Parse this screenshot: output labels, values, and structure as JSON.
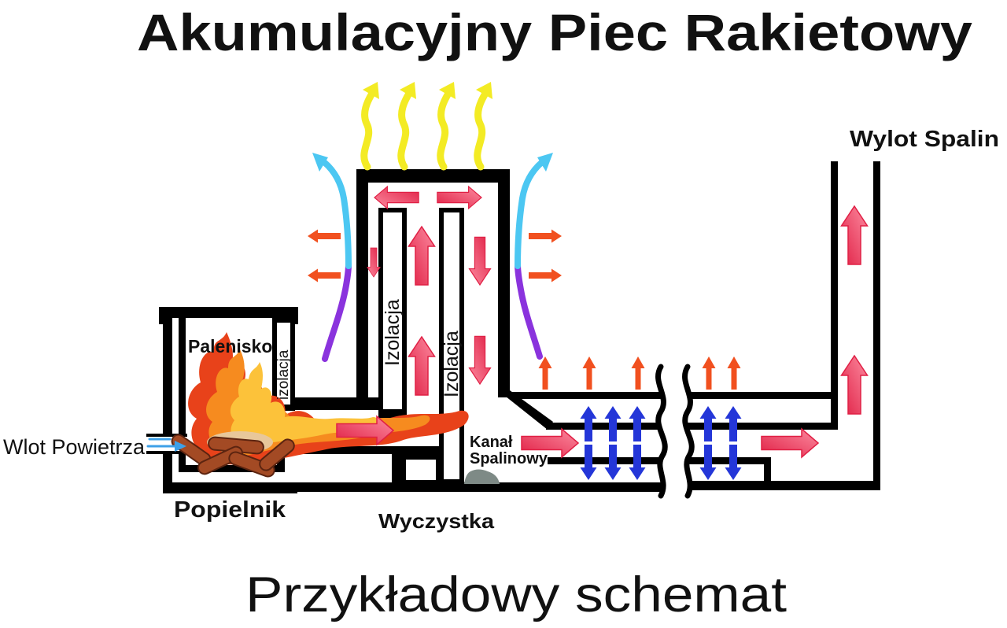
{
  "title": "Akumulacyjny Piec Rakietowy",
  "caption": "Przykładowy schemat",
  "labels": {
    "exhaust_outlet": "Wylot Spalin",
    "air_inlet": "Wlot Powietrza",
    "firebox": "Palenisko",
    "ash_pit": "Popielnik",
    "cleanout": "Wyczystka",
    "flue_channel_1": "Kanał",
    "flue_channel_2": "Spalinowy",
    "firebox_insulation": "izolacja",
    "riser_insulation_left": "Izolacja",
    "riser_insulation_right": "Izolacja"
  },
  "colors": {
    "wall": "#000000",
    "text": "#111111",
    "heat_yellow": "#f3eb24",
    "convection_cyan": "#4cc7f2",
    "convection_purple": "#8a33dd",
    "radiant_orange": "#f1501f",
    "flow_red": "#e02045",
    "flow_pink": "#fc8ba0",
    "transfer_blue": "#2436d8",
    "inlet_blue": "#3da0e8",
    "mound_gray": "#7e8a86",
    "flame_red": "#e8421a",
    "flame_orange": "#f68b1f",
    "flame_yellow": "#fcc23a",
    "ember_tan": "#e8c79a",
    "log_brown": "#a34a24",
    "log_edge": "#5c2410"
  }
}
